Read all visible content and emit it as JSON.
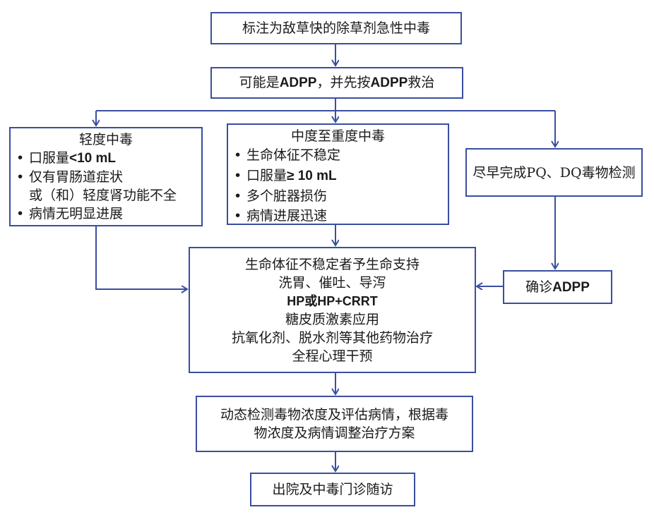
{
  "diagram": {
    "type": "flowchart",
    "colors": {
      "border": "#3a4ea0",
      "arrow": "#3a4ea0",
      "text": "#1a1a1a"
    },
    "nodes": {
      "start": {
        "text": "标注为敌草快的除草剂急性中毒"
      },
      "possible": {
        "prefix": "可能是",
        "bold1": "ADPP",
        "mid": "，并先按",
        "bold2": "ADPP",
        "suffix": "救治"
      },
      "mild": {
        "title": "轻度中毒",
        "items": [
          {
            "bullet": "•",
            "pre": "口服量",
            "bold": "<10 mL"
          },
          {
            "bullet": "•",
            "text": "仅有胃肠道症状",
            "continuation": "或（和）轻度肾功能不全"
          },
          {
            "bullet": "•",
            "text": "病情无明显进展"
          }
        ]
      },
      "severe": {
        "title": "中度至重度中毒",
        "items": [
          {
            "bullet": "•",
            "text": "生命体征不稳定"
          },
          {
            "bullet": "•",
            "pre": "口服量",
            "bold": "≥ 10 mL"
          },
          {
            "bullet": "•",
            "text": "多个脏器损伤"
          },
          {
            "bullet": "•",
            "text": "病情进展迅速"
          }
        ]
      },
      "test": {
        "text": "尽早完成PQ、DQ毒物检测"
      },
      "confirm": {
        "pre": "确诊",
        "bold": "ADPP"
      },
      "treatment": {
        "lines": [
          "生命体征不稳定者予生命支持",
          "洗胃、催吐、导泻",
          "HP或HP+CRRT",
          "糖皮质激素应用",
          "抗氧化剂、脱水剂等其他药物治疗",
          "全程心理干预"
        ]
      },
      "monitor": {
        "lines": [
          "动态检测毒物浓度及评估病情，根据毒",
          "物浓度及病情调整治疗方案"
        ]
      },
      "discharge": {
        "text": "出院及中毒门诊随访"
      }
    },
    "edges": [
      {
        "from": "start",
        "to": "possible"
      },
      {
        "from": "possible",
        "to": "mild"
      },
      {
        "from": "possible",
        "to": "severe"
      },
      {
        "from": "possible",
        "to": "test"
      },
      {
        "from": "mild",
        "to": "treatment"
      },
      {
        "from": "severe",
        "to": "treatment"
      },
      {
        "from": "test",
        "to": "confirm"
      },
      {
        "from": "confirm",
        "to": "treatment"
      },
      {
        "from": "treatment",
        "to": "monitor"
      },
      {
        "from": "monitor",
        "to": "discharge"
      }
    ]
  }
}
